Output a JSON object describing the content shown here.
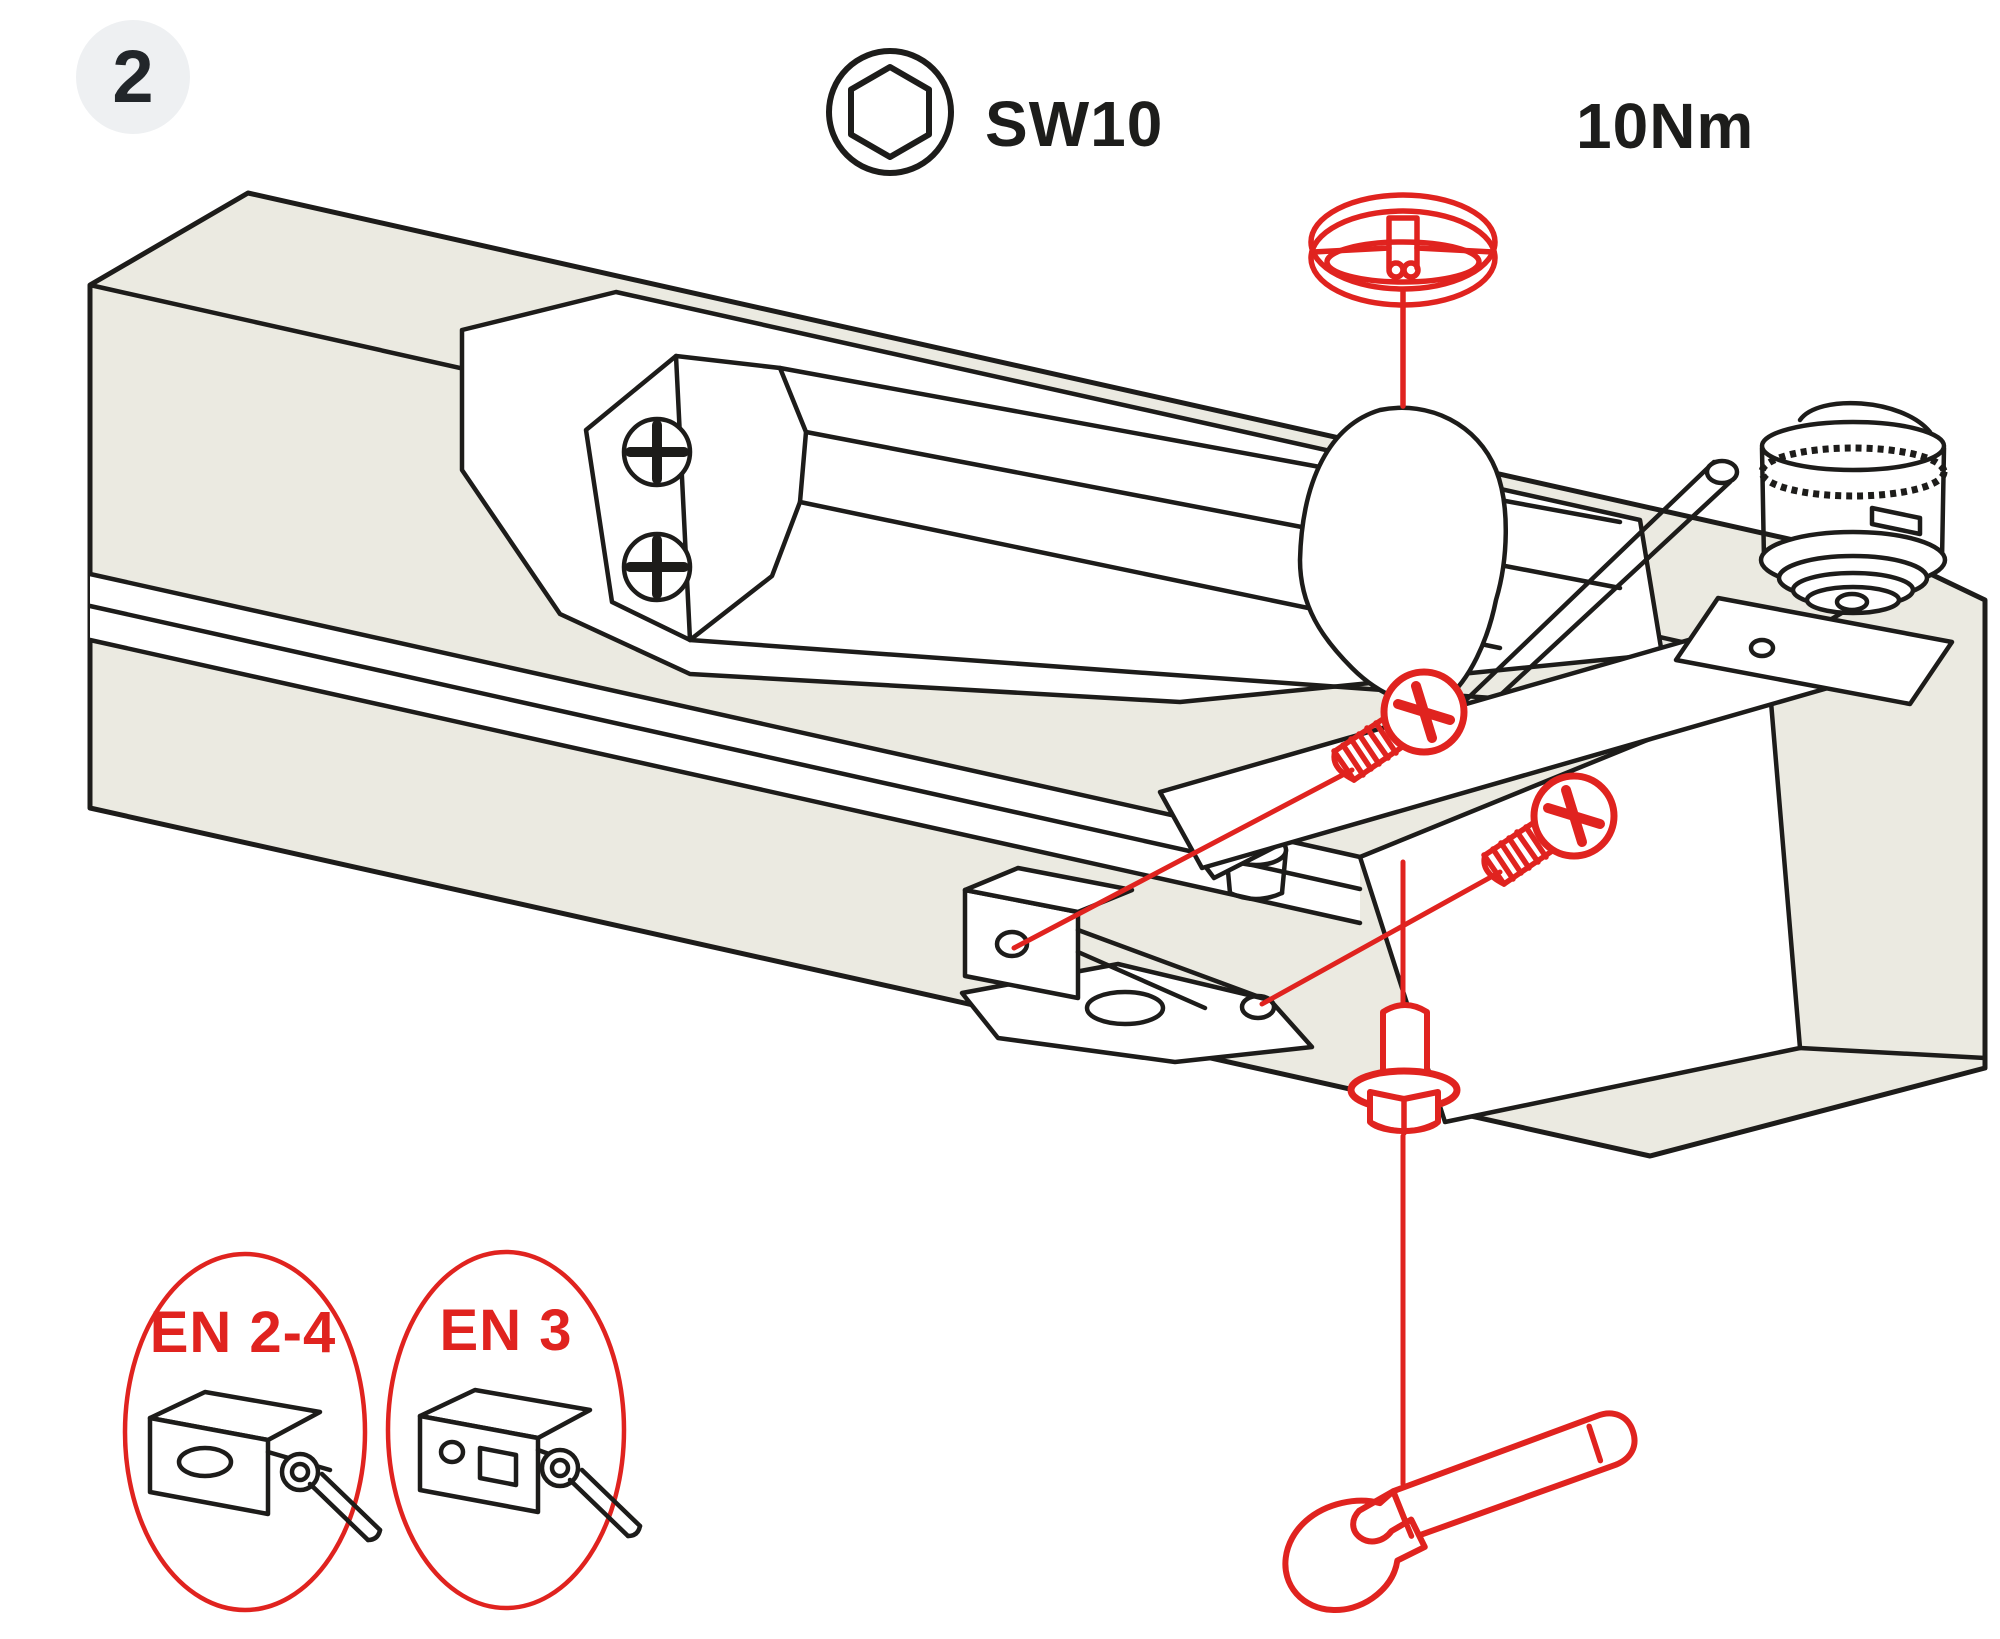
{
  "step_badge": {
    "number": "2"
  },
  "callouts": {
    "tool": {
      "icon": "hex-socket-icon",
      "label": "SW10"
    },
    "torque": {
      "label": "10Nm"
    }
  },
  "detail_views": [
    {
      "label": "EN 2-4"
    },
    {
      "label": "EN 3"
    }
  ],
  "highlighted_parts": [
    "grip-washer-icon",
    "phillips-screw-icon",
    "phillips-screw-icon",
    "flange-bolt-icon",
    "open-end-wrench-icon"
  ],
  "colors": {
    "highlight_red": "#e0231f",
    "outline_black": "#1d1c1a",
    "surface_beige": "#ebeae1",
    "badge_background": "#eef0f2",
    "label_black": "#1d1d1b"
  }
}
